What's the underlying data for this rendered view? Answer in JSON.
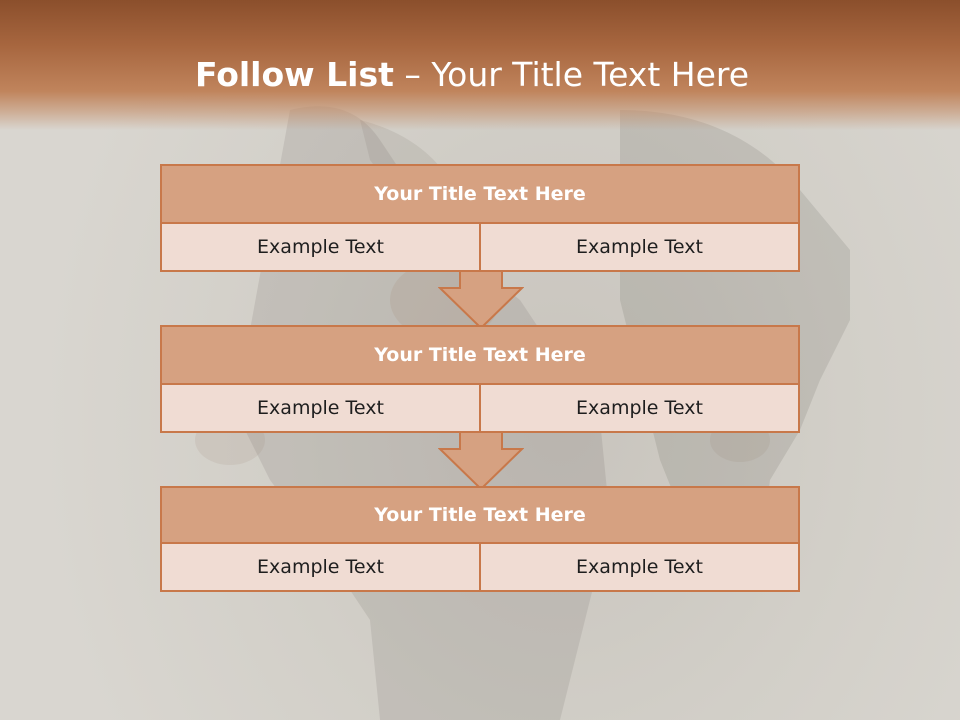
{
  "slide": {
    "title_bold": "Follow List",
    "title_rest": " – Your Title Text Here"
  },
  "blocks": [
    {
      "heading": "Your Title Text Here",
      "left": "Example Text",
      "right": "Example Text"
    },
    {
      "heading": "Your Title Text Here",
      "left": "Example Text",
      "right": "Example Text"
    },
    {
      "heading": "Your Title Text Here",
      "left": "Example Text",
      "right": "Example Text"
    }
  ],
  "colors": {
    "header_brown": "#8b4f2c",
    "block_head": "#d6a181",
    "block_cell": "#f0dcd3",
    "border": "#c8784a"
  }
}
